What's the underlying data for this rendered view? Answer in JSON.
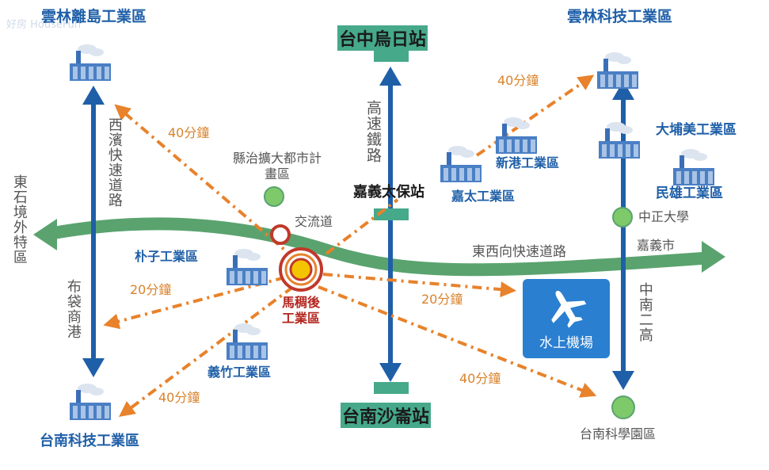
{
  "watermark": "好房 HouseFun",
  "zones": {
    "yunlin_lidao": "雲林離島工業區",
    "yunlin_keji": "雲林科技工業區",
    "puzi": "朴子工業區",
    "yizhu": "義竹工業區",
    "tainan_keji": "台南科技工業區",
    "xingang": "新港工業區",
    "jiatai": "嘉太工業區",
    "dapumei": "大埔美工業區",
    "minxiong": "民雄工業區",
    "madouhou": "馬稠後工業區",
    "county_plan": "縣治擴大都市計畫區",
    "tainan_science_park": "台南科學園區"
  },
  "stations": {
    "taichung_wuri": "台中烏日站",
    "chiayi_taibao": "嘉義太保站",
    "tainan_shajing": "台南沙崙站"
  },
  "roads": {
    "hsr": "高速鐵路",
    "west_coast_expressway": "西濱快速道路",
    "east_west_expressway": "東西向快速道路",
    "zhongnan_second_highway": "中南二高",
    "interchange": "交流道",
    "dongshi": "東石境外特區",
    "budai": "布袋商港",
    "ccu": "中正大學",
    "chiayi_city": "嘉義市"
  },
  "times": {
    "to_yunlin_lidao": "40分鐘",
    "to_budai": "20分鐘",
    "to_tainan_keji": "40分鐘",
    "to_airport": "20分鐘",
    "to_science_park": "40分鐘",
    "to_yunlin_keji": "40分鐘"
  },
  "airport": {
    "label": "水上機場",
    "icon": "airplane-icon"
  },
  "colors": {
    "arrow_blue": "#1f5fa8",
    "expressway_green": "#5aa36f",
    "time_orange": "#e8822b",
    "station_teal": "#46a98a",
    "airport_blue": "#2a7fd0",
    "circle_green": "#7ec96a",
    "marker_red": "#c0392b"
  }
}
